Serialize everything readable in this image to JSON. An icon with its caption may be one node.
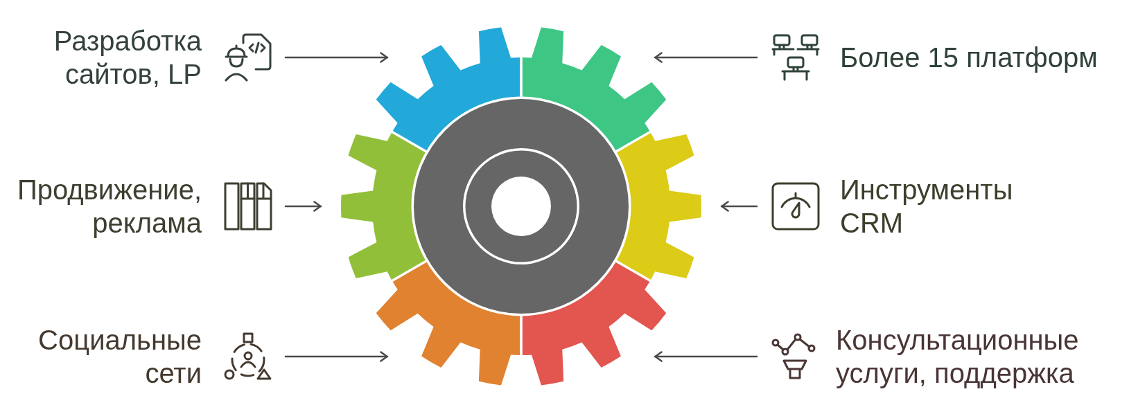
{
  "diagram": {
    "nodes": [
      {
        "text": [
          "Разработка сайтов, LP"
        ]
      },
      {
        "text": [],
        "shape": "sector"
      },
      {
        "text": [],
        "shape": "sector"
      },
      {
        "text": [
          "Более 15 платформ"
        ]
      },
      {
        "text": [
          "Продвижение, реклама"
        ]
      },
      {
        "text": [],
        "shape": "sector"
      },
      {
        "text": [],
        "shape": "circle"
      },
      {
        "text": [],
        "shape": "sector"
      },
      {
        "text": [
          "Инструменты CRM"
        ]
      },
      {
        "text": [
          "Социальные сети"
        ]
      },
      {
        "text": [],
        "shape": "sector"
      },
      {
        "text": [],
        "shape": "sector"
      },
      {
        "text": [
          "Консультационные услуги, поддержка"
        ]
      }
    ],
    "edges": [
      {
        "from": 0,
        "to": 1,
        "arrow": "to"
      },
      {
        "from": 3,
        "to": 2,
        "arrow": "to"
      },
      {
        "from": 4,
        "to": 5,
        "arrow": "to"
      },
      {
        "from": 8,
        "to": 7,
        "arrow": "to"
      },
      {
        "from": 9,
        "to": 10,
        "arrow": "to"
      },
      {
        "from": 12,
        "to": 11,
        "arrow": "to"
      }
    ]
  }
}
